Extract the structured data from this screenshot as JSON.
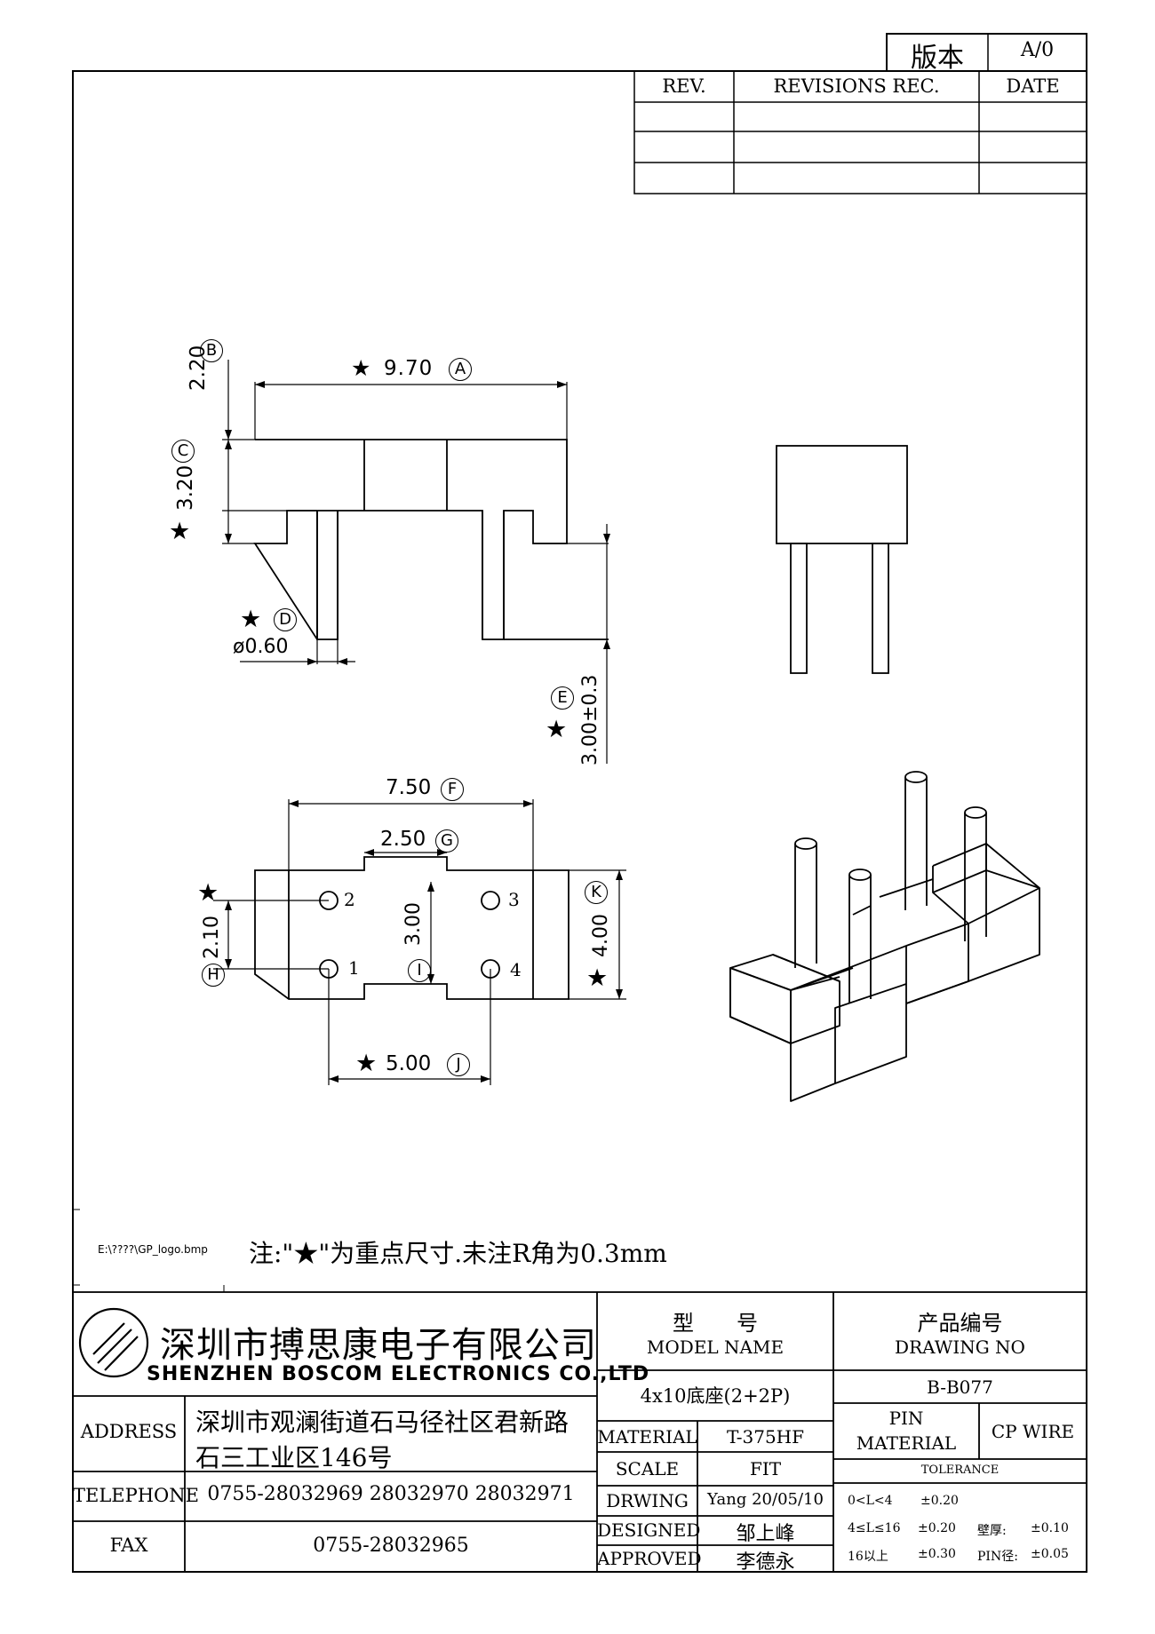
{
  "version_box": {
    "label": "版本",
    "value": "A/0"
  },
  "revision_table": {
    "headers": [
      "REV.",
      "REVISIONS REC.",
      "DATE"
    ],
    "rows": [
      [
        "",
        "",
        ""
      ],
      [
        "",
        "",
        ""
      ]
    ]
  },
  "dimensions": {
    "A": {
      "label": "A",
      "value": "9.70",
      "star": true
    },
    "B": {
      "label": "B",
      "value": "2.20"
    },
    "C": {
      "label": "C",
      "value": "3.20",
      "star": true
    },
    "D": {
      "label": "D",
      "value": "ø0.60",
      "star": true
    },
    "E": {
      "label": "E",
      "value": "3.00±0.3",
      "star": true
    },
    "F": {
      "label": "F",
      "value": "7.50"
    },
    "G": {
      "label": "G",
      "value": "2.50"
    },
    "H": {
      "label": "H",
      "value": "2.10",
      "star": true
    },
    "I": {
      "label": "I",
      "value": "3.00"
    },
    "J": {
      "label": "J",
      "value": "5.00",
      "star": true
    },
    "K": {
      "label": "K",
      "value": "4.00",
      "star": true
    }
  },
  "pin_numbers": [
    "1",
    "2",
    "3",
    "4"
  ],
  "logo_path": "E:\\????\\GP_logo.bmp",
  "note": "注:\"★\"为重点尺寸.未注R角为0.3mm",
  "company": {
    "name_cn": "深圳市搏思康电子有限公司",
    "name_en": "SHENZHEN BOSCOM ELECTRONICS CO.,LTD"
  },
  "address": {
    "label": "ADDRESS",
    "line1": "深圳市观澜街道石马径社区君新路",
    "line2": "石三工业区146号"
  },
  "telephone": {
    "label": "TELEPHONE",
    "value": "0755-28032969 28032970 28032971"
  },
  "fax": {
    "label": "FAX",
    "value": "0755-28032965"
  },
  "model": {
    "label_cn": "型　　号",
    "label_en": "MODEL NAME",
    "value": "4x10底座(2+2P)"
  },
  "drawing": {
    "label_cn": "产品编号",
    "label_en": "DRAWING NO",
    "value": "B-B077"
  },
  "material": {
    "label": "MATERIAL",
    "value": "T-375HF"
  },
  "scale": {
    "label": "SCALE",
    "value": "FIT"
  },
  "drwing": {
    "label": "DRWING",
    "value": "Yang 20/05/10"
  },
  "designed": {
    "label": "DESIGNED",
    "value": "邹上峰"
  },
  "approved": {
    "label": "APPROVED",
    "value": "李德永"
  },
  "pin_material": {
    "label_line1": "PIN",
    "label_line2": "MATERIAL",
    "value": "CP WIRE"
  },
  "tolerance": {
    "title": "TOLERANCE",
    "row1": {
      "range": "0<L<4",
      "value": "±0.20"
    },
    "row2": {
      "range": "4≤L≤16",
      "value": "±0.20",
      "extra_label": "壁厚:",
      "extra_value": "±0.10"
    },
    "row3": {
      "range": "16以上",
      "value": "±0.30",
      "extra_label": "PIN径:",
      "extra_value": "±0.05"
    }
  }
}
